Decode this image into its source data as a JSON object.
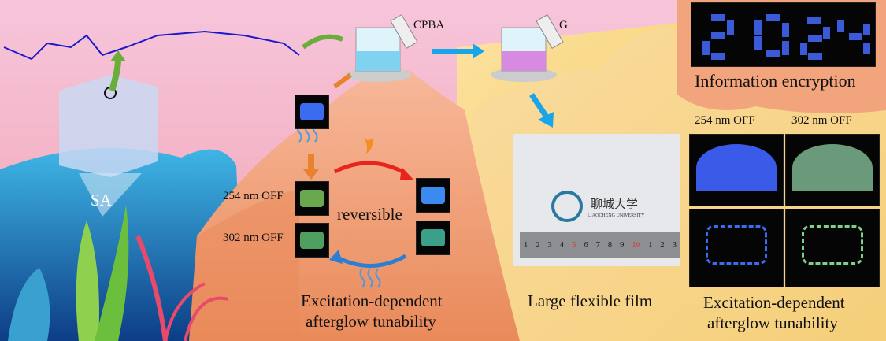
{
  "reagents": {
    "cpba": "CPBA",
    "g": "G"
  },
  "material": {
    "sa_label": "SA"
  },
  "process": {
    "label_254": "254 nm OFF",
    "label_302": "302 nm OFF",
    "reversible": "reversible",
    "caption_line1": "Excitation-dependent",
    "caption_line2": "afterglow tunability"
  },
  "film": {
    "caption": "Large flexible film",
    "logo_cn": "聊城大学",
    "logo_en": "LIAOCHENG UNIVERSITY",
    "ruler_ticks": [
      "1",
      "2",
      "3",
      "4",
      "5",
      "6",
      "7",
      "8",
      "9",
      "10",
      "1",
      "2",
      "3"
    ]
  },
  "applications": {
    "encryption_caption": "Information encryption",
    "label_254": "254 nm OFF",
    "label_302": "302 nm OFF",
    "caption_line1": "Excitation-dependent",
    "caption_line2": "afterglow tunability"
  },
  "colors": {
    "blue_afterglow": "#3a6cf0",
    "green_afterglow": "#7fcf8a",
    "arrow_blue": "#1aa5e8",
    "arrow_orange": "#e9822f",
    "arrow_green": "#6aad3a",
    "structure": "#1a1acc"
  }
}
